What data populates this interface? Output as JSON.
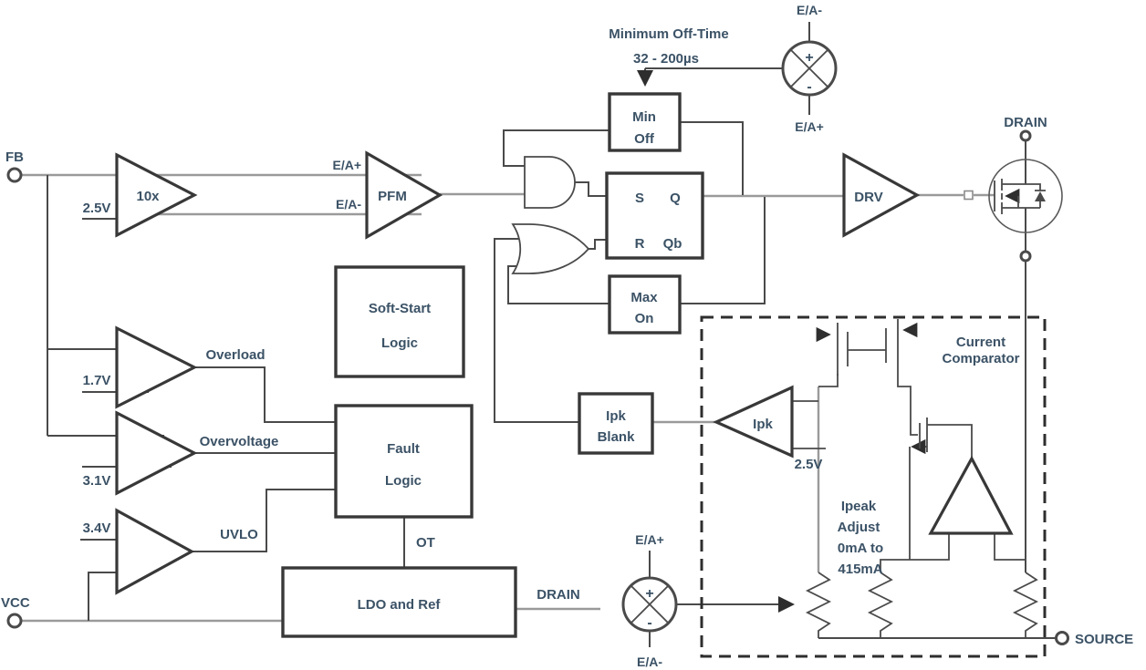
{
  "colors": {
    "wire": "#4a4a4a",
    "wire_gray": "#9a9a9a",
    "outline": "#383838",
    "text": "#3b5266",
    "background": "#ffffff"
  },
  "terminals": {
    "fb": "FB",
    "vcc": "VCC",
    "drain": "DRAIN",
    "source": "SOURCE"
  },
  "amp_10x": {
    "label": "10x",
    "ref": "2.5V",
    "out_pos": "E/A+",
    "out_neg": "E/A-"
  },
  "pfm": {
    "label": "PFM"
  },
  "drv": {
    "label": "DRV"
  },
  "min_off_timer": {
    "title": "Minimum Off-Time",
    "range": "32 - 200µs"
  },
  "blocks": {
    "min_off": {
      "line1": "Min",
      "line2": "Off"
    },
    "max_on": {
      "line1": "Max",
      "line2": "On"
    },
    "soft_start": {
      "line1": "Soft-Start",
      "line2": "Logic"
    },
    "fault": {
      "line1": "Fault",
      "line2": "Logic"
    },
    "ldo": {
      "label": "LDO and Ref"
    },
    "ipk_blank": {
      "line1": "Ipk",
      "line2": "Blank"
    }
  },
  "latch": {
    "s": "S",
    "q": "Q",
    "r": "R",
    "qb": "Qb"
  },
  "multiplier_top": {
    "in_top": "E/A-",
    "in_bottom": "E/A+",
    "plus": "+",
    "minus": "-"
  },
  "multiplier_bottom": {
    "in_top": "E/A+",
    "in_bottom": "E/A-",
    "plus": "+",
    "minus": "-"
  },
  "comparators": {
    "overload": {
      "ref": "1.7V",
      "signal": "Overload"
    },
    "overvoltage": {
      "ref": "3.1V",
      "signal": "Overvoltage"
    },
    "uvlo": {
      "ref": "3.4V",
      "signal": "UVLO"
    }
  },
  "signals": {
    "ot": "OT",
    "drain_out": "DRAIN"
  },
  "ipk_comparator": {
    "label": "Ipk",
    "ref": "2.5V"
  },
  "current_comparator": {
    "title1": "Current",
    "title2": "Comparator",
    "adjust1": "Ipeak",
    "adjust2": "Adjust",
    "adjust3": "0mA to",
    "adjust4": "415mA"
  }
}
